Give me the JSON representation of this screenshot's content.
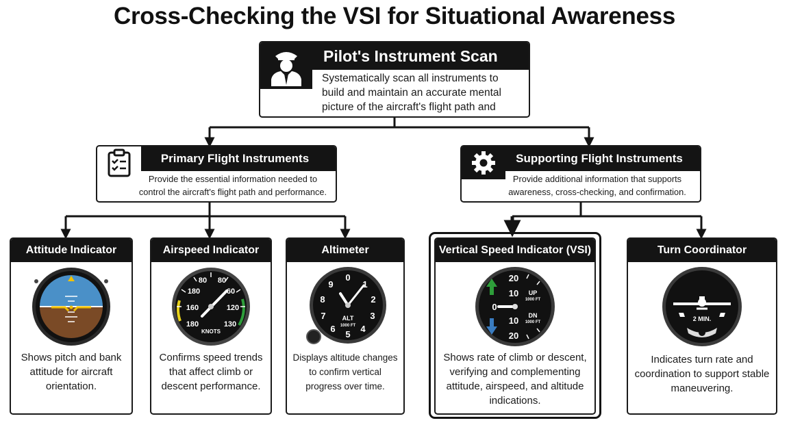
{
  "title": "Cross-Checking the VSI for Situational Awareness",
  "top": {
    "heading": "Pilot's Instrument Scan",
    "description": "Systematically scan all instruments to build and maintain an accurate mental picture of the aircraft's flight path and status.",
    "icon": "pilot-icon"
  },
  "primary": {
    "heading": "Primary Flight Instruments",
    "description": "Provide the essential information needed to control the aircraft's flight path and performance.",
    "icon": "clipboard-icon"
  },
  "supporting": {
    "heading": "Supporting Flight Instruments",
    "description": "Provide additional information that supports awareness, cross-checking, and confirmation.",
    "icon": "gear-icon"
  },
  "instruments": {
    "attitude": {
      "heading": "Attitude Indicator",
      "description": "Shows pitch and bank attitude for aircraft orientation."
    },
    "airspeed": {
      "heading": "Airspeed Indicator",
      "description": "Confirms speed trends that affect climb or descent performance.",
      "dial": {
        "t1": "80",
        "t2": "60",
        "t3": "180",
        "t4": "120",
        "t5": "160",
        "t6": "180",
        "t7": "130",
        "unit": "KNOTS"
      }
    },
    "altimeter": {
      "heading": "Altimeter",
      "description": "Displays altitude changes to confirm vertical progress over time.",
      "dial": {
        "n0": "0",
        "n1": "1",
        "n2": "2",
        "n3": "3",
        "n4": "4",
        "n5": "5",
        "n6": "6",
        "n7": "7",
        "n8": "8",
        "n9": "9",
        "label": "ALT",
        "unit": "1000 FT"
      }
    },
    "vsi": {
      "heading": "Vertical Speed Indicator (VSI)",
      "description": "Shows rate of climb or descent, verifying and complementing attitude, airspeed, and altitude indications.",
      "dial": {
        "up20": "20",
        "up10": "10",
        "zero": "0",
        "dn10": "10",
        "dn20": "20",
        "up": "UP",
        "dn": "DN",
        "unit_up": "1000 FT",
        "unit_dn": "1000 FT"
      }
    },
    "turn": {
      "heading": "Turn Coordinator",
      "description": "Indicates turn rate and coordination to support stable maneuvering.",
      "dial": {
        "label": "2 MIN."
      }
    }
  },
  "colors": {
    "dark": "#141414",
    "sky": "#4a90c8",
    "ground": "#7a4a26",
    "climb_arrow": "#2e9e3a",
    "descent_arrow": "#3a7cc0",
    "arc_yellow": "#e8d21a",
    "arc_green": "#2e9e3a"
  }
}
